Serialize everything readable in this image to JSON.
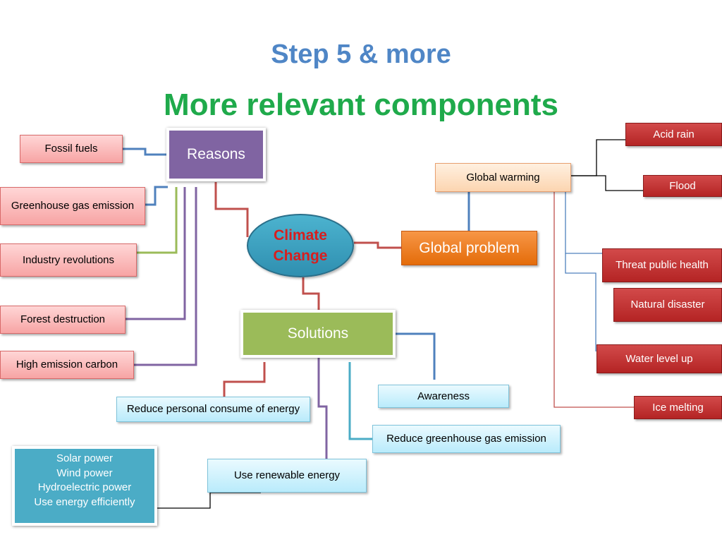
{
  "header": {
    "step": "Step 5 & more",
    "subtitle": "More relevant components"
  },
  "center": {
    "line1": "Climate",
    "line2": "Change"
  },
  "reasons": {
    "label": "Reasons",
    "items": [
      "Fossil fuels",
      "Greenhouse gas emission",
      "Industry revolutions",
      "Forest destruction",
      "High emission carbon"
    ]
  },
  "global_problem": {
    "label": "Global problem",
    "warming": "Global warming",
    "effects": [
      "Acid rain",
      "Flood",
      "Threat public health",
      "Natural disaster",
      "Water level up",
      "Ice melting"
    ]
  },
  "solutions": {
    "label": "Solutions",
    "items": [
      "Awareness",
      "Reduce personal consume of energy",
      "Reduce greenhouse gas emission",
      "Use renewable energy"
    ],
    "energy_sources": [
      "Solar power",
      "Wind power",
      "Hydroelectric power",
      "Use energy efficiently"
    ]
  },
  "colors": {
    "step_title": "#4f86c6",
    "subtitle": "#1faa4b",
    "reasons": "#8064a2",
    "solutions": "#9bbb59",
    "global_problem": "#f79646",
    "climate_change": "#4bacc6"
  }
}
